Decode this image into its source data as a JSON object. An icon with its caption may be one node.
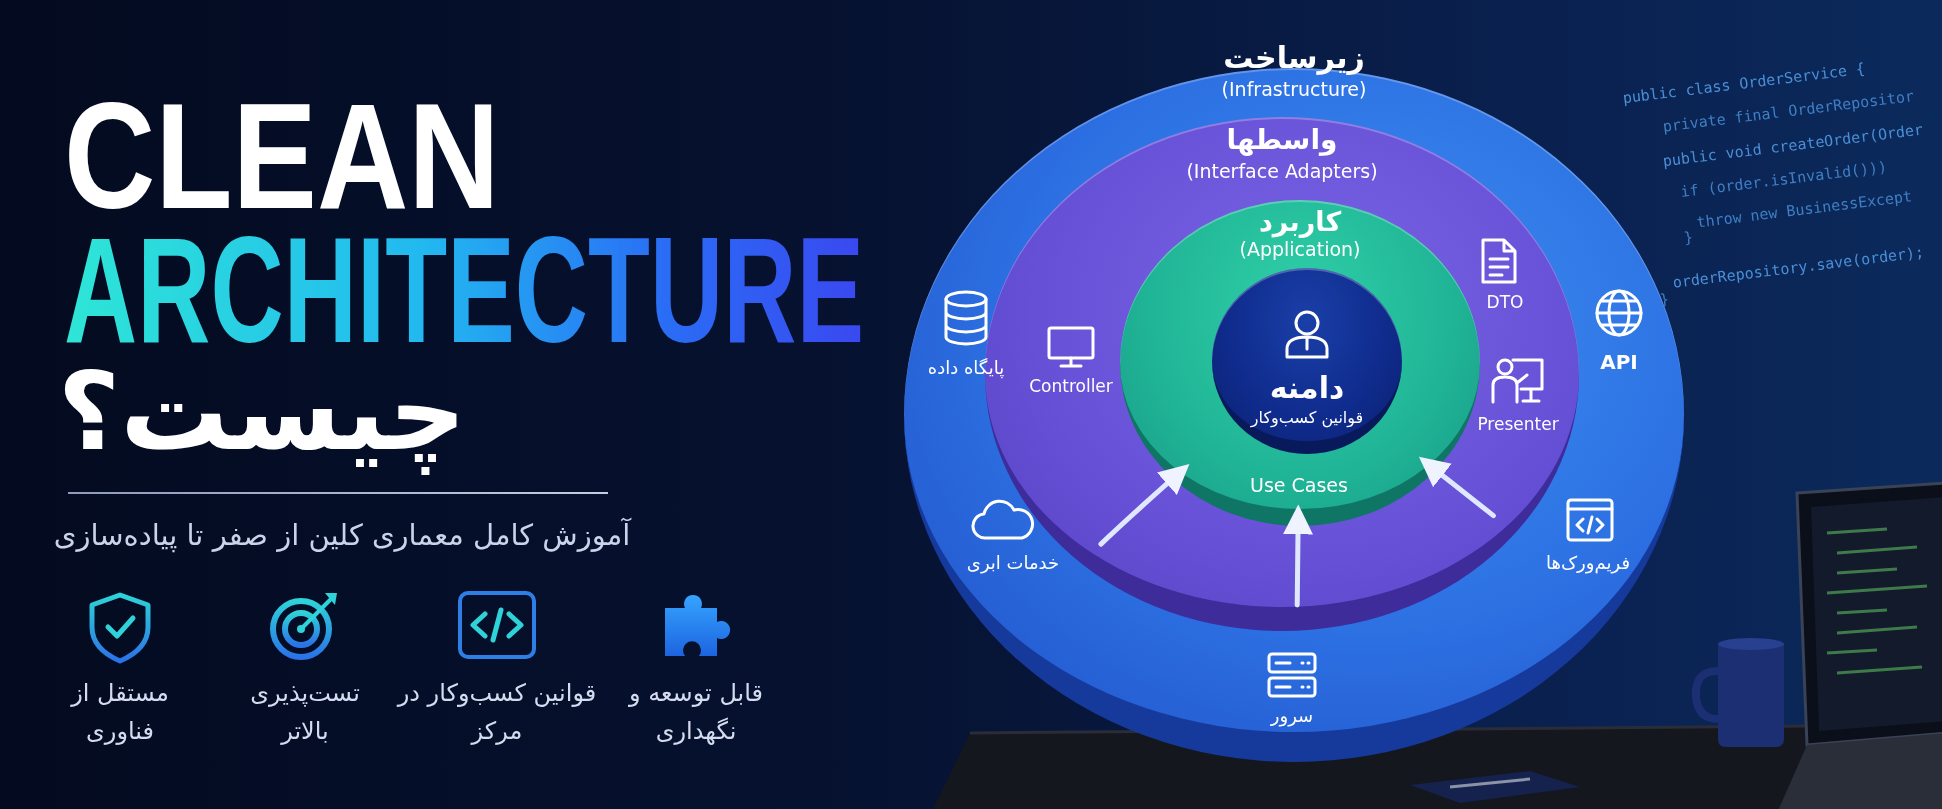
{
  "diagram": {
    "nodes": [
      {
        "text": [
          "زیرساخت",
          "(Infrastructure)"
        ]
      },
      {
        "text": [
          "واسطها",
          "(Interface Adapters)"
        ],
        "in": 0
      },
      {
        "text": [
          "کاربرد",
          "(Application)",
          "Use Cases"
        ],
        "in": 1
      },
      {
        "text": [
          "دامنه",
          "قوانین کسب‌وکار"
        ],
        "in": 2
      }
    ],
    "edges": [
      {
        "from": 1,
        "to": 2,
        "arrow": "to"
      },
      {
        "from": 1,
        "to": 2,
        "arrow": "to"
      },
      {
        "from": 1,
        "to": 2,
        "arrow": "to"
      }
    ],
    "labels": [
      "CLEAN",
      "ARCHITECTURE",
      "چیست؟",
      "آموزش کامل معماری کلین از صفر تا پیاده‌سازی",
      "مستقل از فناوری",
      "تست‌پذیری بالاتر",
      "قوانین کسب‌وکار در مرکز",
      "قابل توسعه و نگهداری",
      "پایگاه داده",
      "Controller",
      "DTO",
      "API",
      "Presenter",
      "خدمات ابری",
      "فریم‌ورک‌ها",
      "سرور",
      "public class OrderService {",
      "private final OrderRepositor",
      "public void createOrder(Order",
      "if (order.isInvalid()))",
      "throw new BusinessExcept",
      "}",
      "orderRepository.save(order);",
      "}"
    ]
  }
}
